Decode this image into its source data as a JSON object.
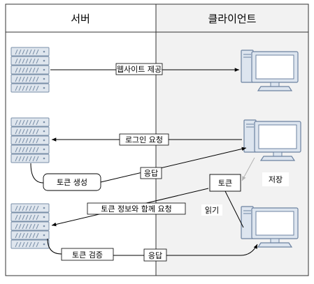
{
  "lanes": {
    "server": "서버",
    "client": "클라이언트"
  },
  "labels": {
    "web_site_request": "웹사이트 제공",
    "login_request": "로그인 요청",
    "token_create": "토큰 생성",
    "response_1": "응답",
    "token": "토큰",
    "store": "저장",
    "read": "읽기",
    "request_with_token": "토큰 정보와 함께 요청",
    "token_verify": "토큰 검증",
    "response_2": "응답"
  },
  "icons": {
    "server": "server-rack-icon",
    "client": "desktop-computer-icon"
  },
  "colors": {
    "client_lane_bg": "#f2f2f2",
    "server_fill": "#dfe6ee",
    "server_stroke": "#7a8fa8",
    "monitor_fill": "#dde5ef",
    "monitor_stroke": "#6c82a0",
    "screen_fill": "#ffffff",
    "arrow": "#000000",
    "arrow_light": "#b3b3b3"
  }
}
